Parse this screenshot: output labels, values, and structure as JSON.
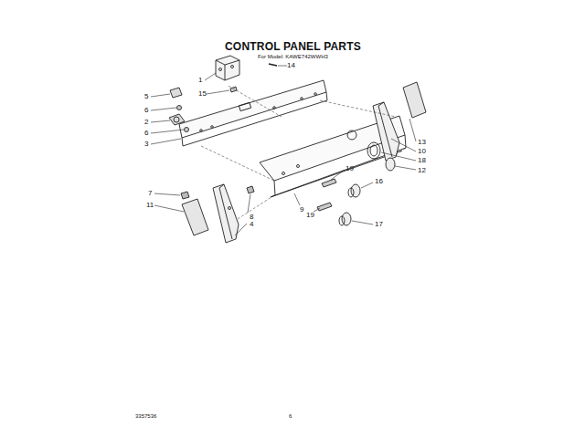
{
  "diagram": {
    "title": "CONTROL PANEL PARTS",
    "labels": [
      "For Model: KAWE742WWH3",
      "14",
      "1",
      "15",
      "5",
      "6",
      "2",
      "6",
      "3",
      "13",
      "10",
      "18",
      "12",
      "19",
      "16",
      "7",
      "11",
      "8",
      "4",
      "9",
      "19",
      "17",
      "3357536",
      "6"
    ]
  }
}
